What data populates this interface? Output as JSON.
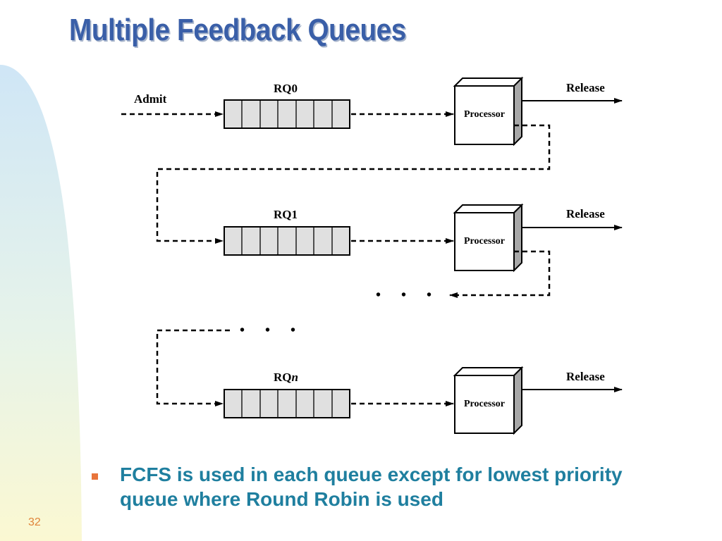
{
  "slide": {
    "title": "Multiple Feedback Queues",
    "number": "32",
    "bullet": "FCFS is used in each queue except for lowest priority queue where Round Robin is used"
  },
  "diagram": {
    "admit_label": "Admit",
    "ellipsis": "• • •",
    "levels": [
      {
        "queue": "RQ0",
        "processor": "Processor",
        "release": "Release"
      },
      {
        "queue": "RQ1",
        "processor": "Processor",
        "release": "Release"
      },
      {
        "queue_prefix": "RQ",
        "queue_suffix": "n",
        "processor": "Processor",
        "release": "Release"
      }
    ]
  },
  "colors": {
    "title": "#3a5fa8",
    "bullet_text": "#1f7f9f",
    "bullet_marker": "#e8743b",
    "slide_number": "#e0843a",
    "queue_fill": "#e0e0e0",
    "processor_side": "#a8a8a8"
  }
}
